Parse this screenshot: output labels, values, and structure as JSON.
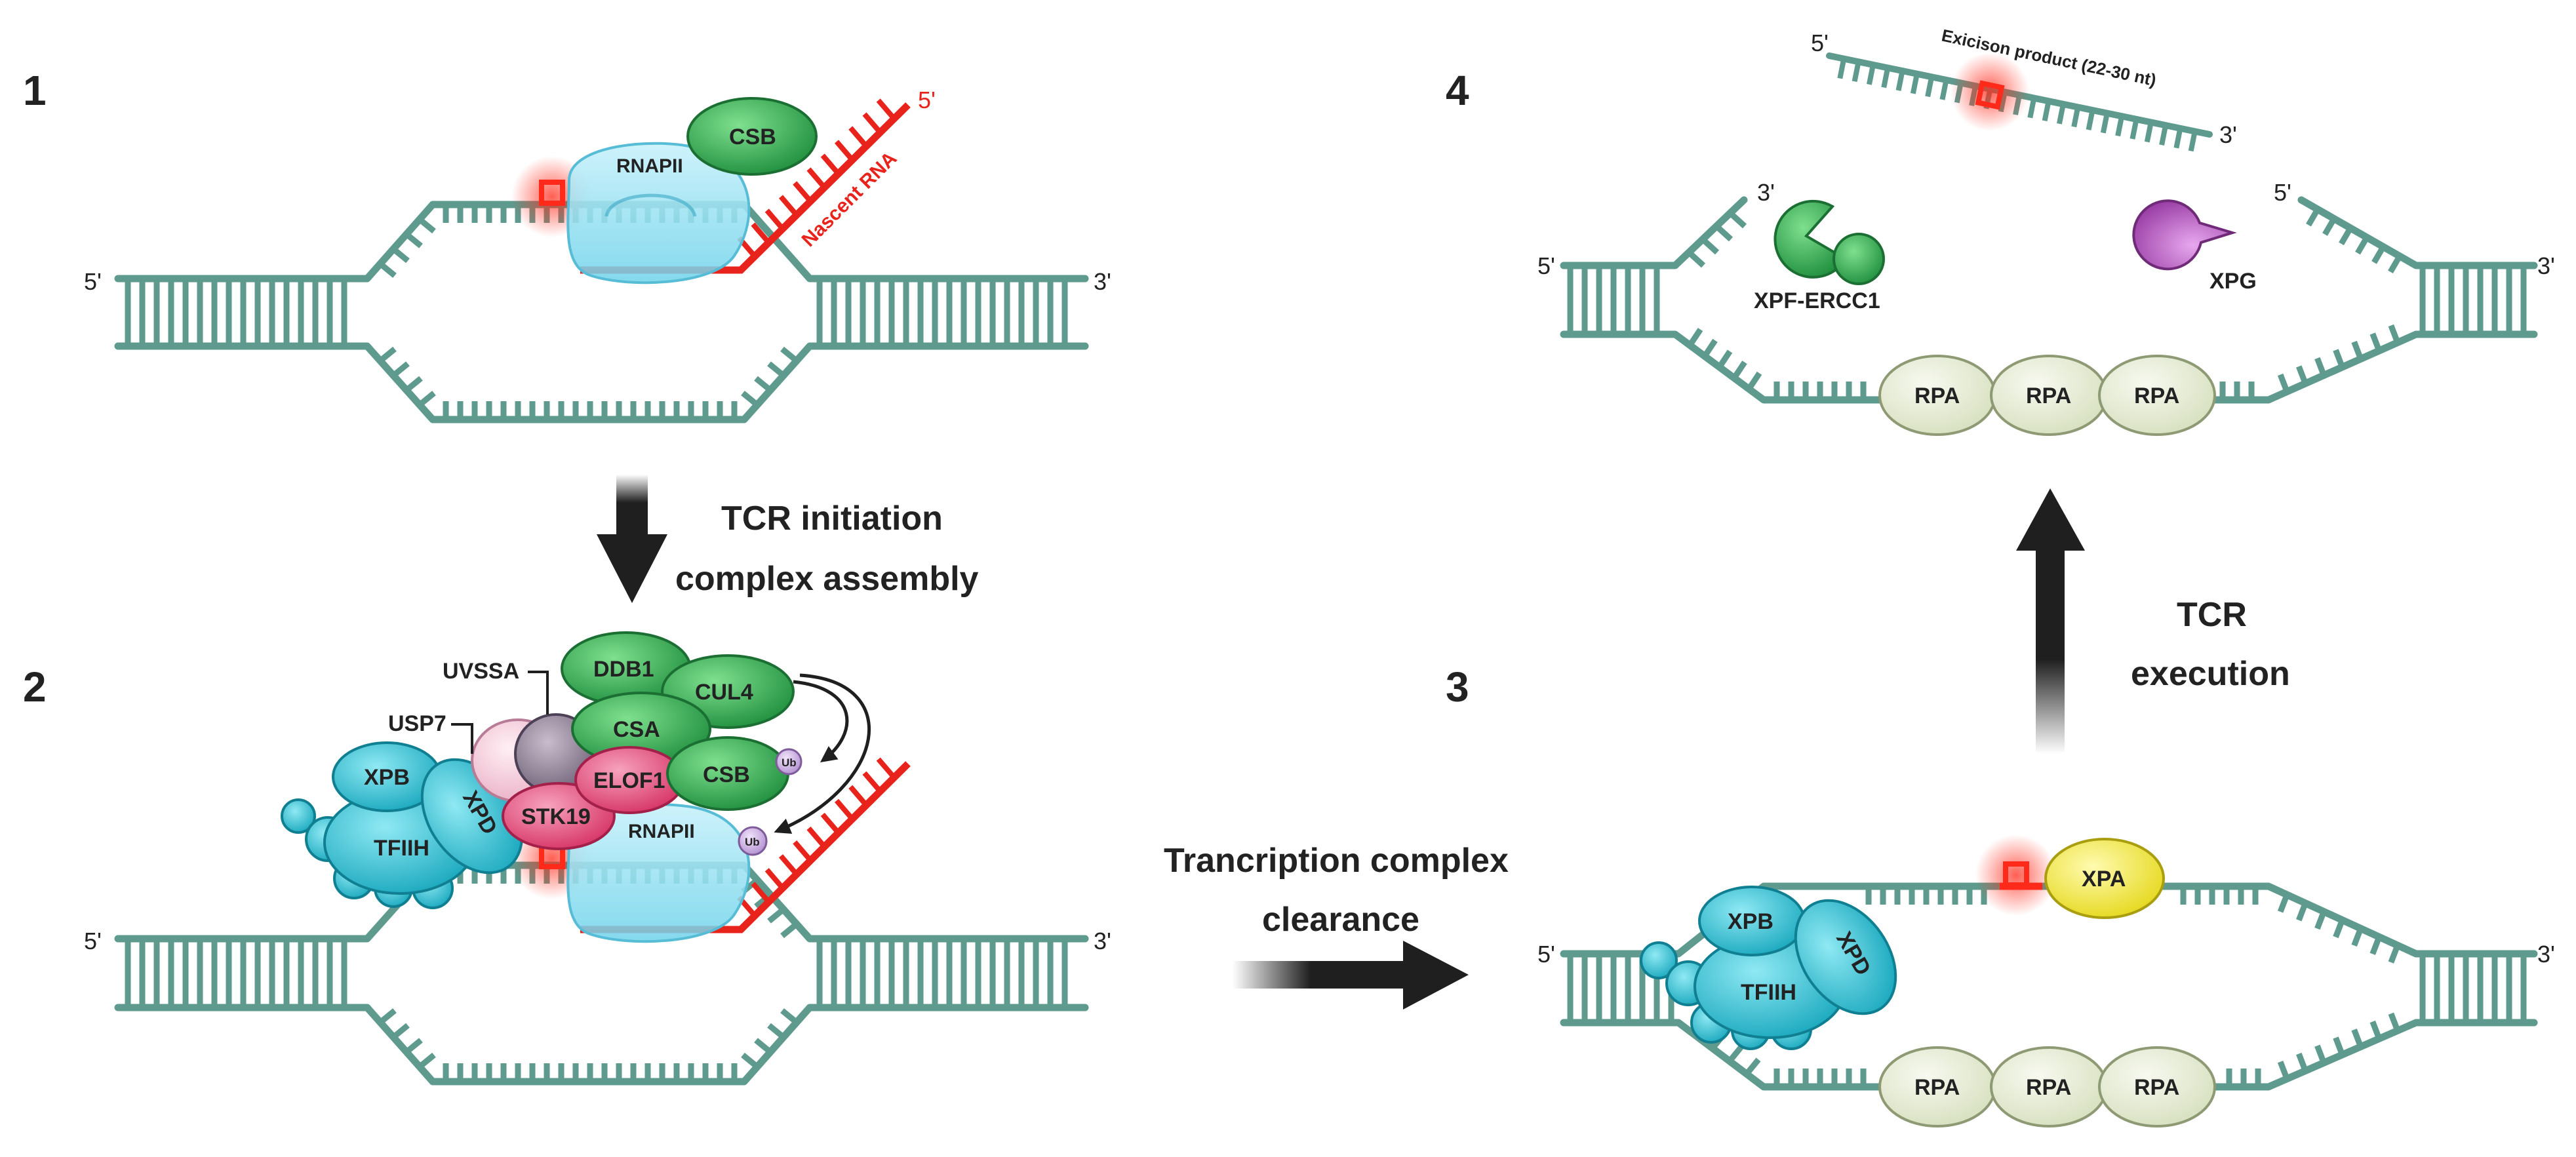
{
  "panels": [
    {
      "number": "1"
    },
    {
      "number": "2"
    },
    {
      "number": "3"
    },
    {
      "number": "4"
    }
  ],
  "ends": {
    "five_prime": "5'",
    "three_prime": "3'"
  },
  "proteins": {
    "rnapii": "RNAPII",
    "csb": "CSB",
    "csa": "CSA",
    "ddb1": "DDB1",
    "cul4": "CUL4",
    "uvssa": "UVSSA",
    "usp7": "USP7",
    "elof1": "ELOF1",
    "stk19": "STK19",
    "xpb": "XPB",
    "xpd": "XPD",
    "tfiih": "TFIIH",
    "xpa": "XPA",
    "rpa": "RPA",
    "xpf_ercc1": "XPF-ERCC1",
    "xpg": "XPG",
    "ub": "Ub"
  },
  "labels": {
    "nascent_rna": "Nascent RNA",
    "excision_product": "Exicison product (22-30 nt)"
  },
  "steps": {
    "initiation_line1": "TCR initiation",
    "initiation_line2": "complex assembly",
    "clearance_line1": "Trancription complex",
    "clearance_line2": "clearance",
    "execution_line1": "TCR",
    "execution_line2": "execution"
  },
  "colors": {
    "dna": "#5e9a8e",
    "rna": "#e8231c",
    "lesion": "#ff2a1a",
    "arrow": "#1f1f1f",
    "green_protein": "#2fa84f",
    "cyan_protein": "#2ec4d6",
    "pink_protein": "#e8507a",
    "rpa_fill": "#e9efd9",
    "xpa_fill": "#f4ec2a",
    "xpg_fill": "#b052b8",
    "ub_fill": "#c9a6e0"
  }
}
